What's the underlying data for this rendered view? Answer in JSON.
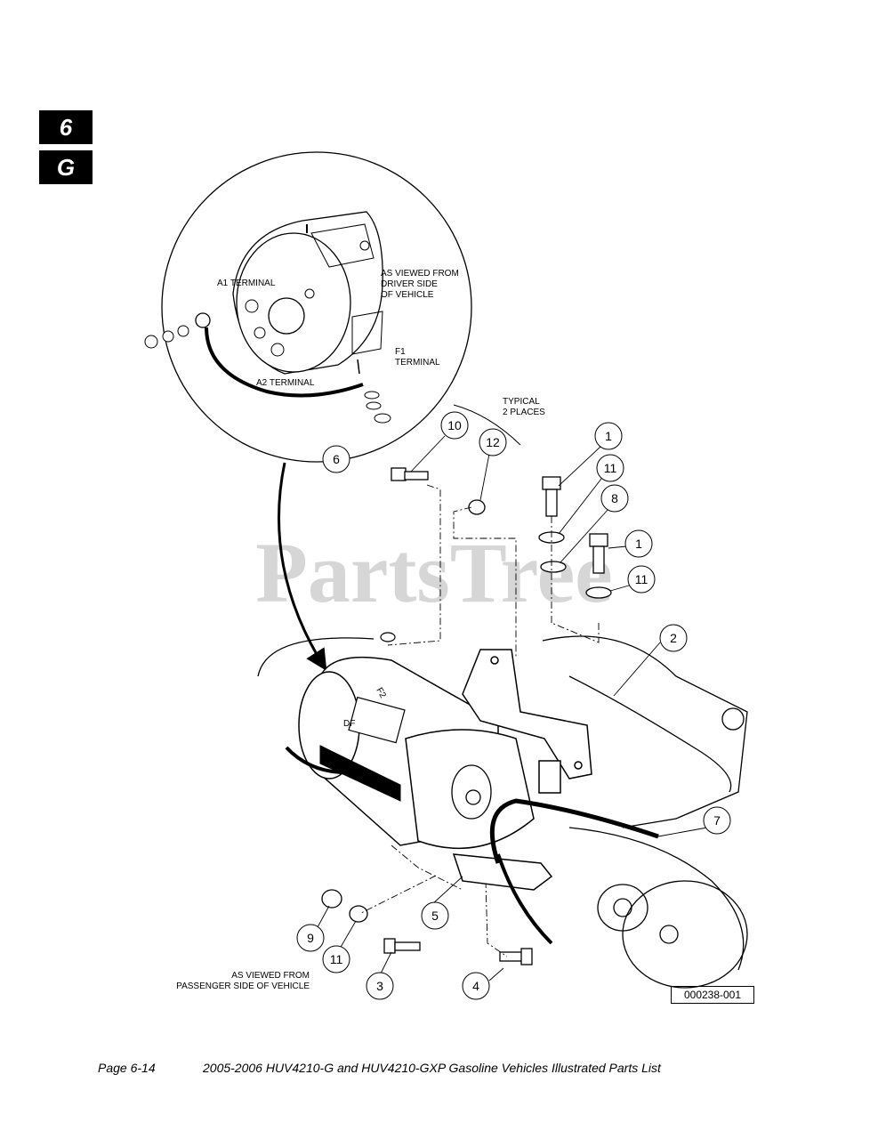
{
  "tabs": {
    "section": "6",
    "letter": "G"
  },
  "watermark": "PartsTree",
  "inset_labels": {
    "a1_terminal": "A1 TERMINAL",
    "a2_terminal": "A2 TERMINAL",
    "f1_line1": "F1",
    "f1_line2": "TERMINAL",
    "driver_view_line1": "AS VIEWED FROM",
    "driver_view_line2": "DRIVER SIDE",
    "driver_view_line3": "OF VEHICLE"
  },
  "typical_line1": "TYPICAL",
  "typical_line2": "2 PLACES",
  "passenger_view_line1": "AS VIEWED FROM",
  "passenger_view_line2": "PASSENGER SIDE OF VEHICLE",
  "motor_labels": {
    "f2": "F2",
    "df": "DF"
  },
  "callouts": [
    "6",
    "10",
    "12",
    "1",
    "11",
    "8",
    "1",
    "11",
    "2",
    "7",
    "5",
    "9",
    "11",
    "3",
    "4"
  ],
  "figure_id": "000238-001",
  "footer": {
    "page": "Page 6-14",
    "title": "2005-2006 HUV4210-G and HUV4210-GXP Gasoline Vehicles Illustrated Parts List"
  }
}
